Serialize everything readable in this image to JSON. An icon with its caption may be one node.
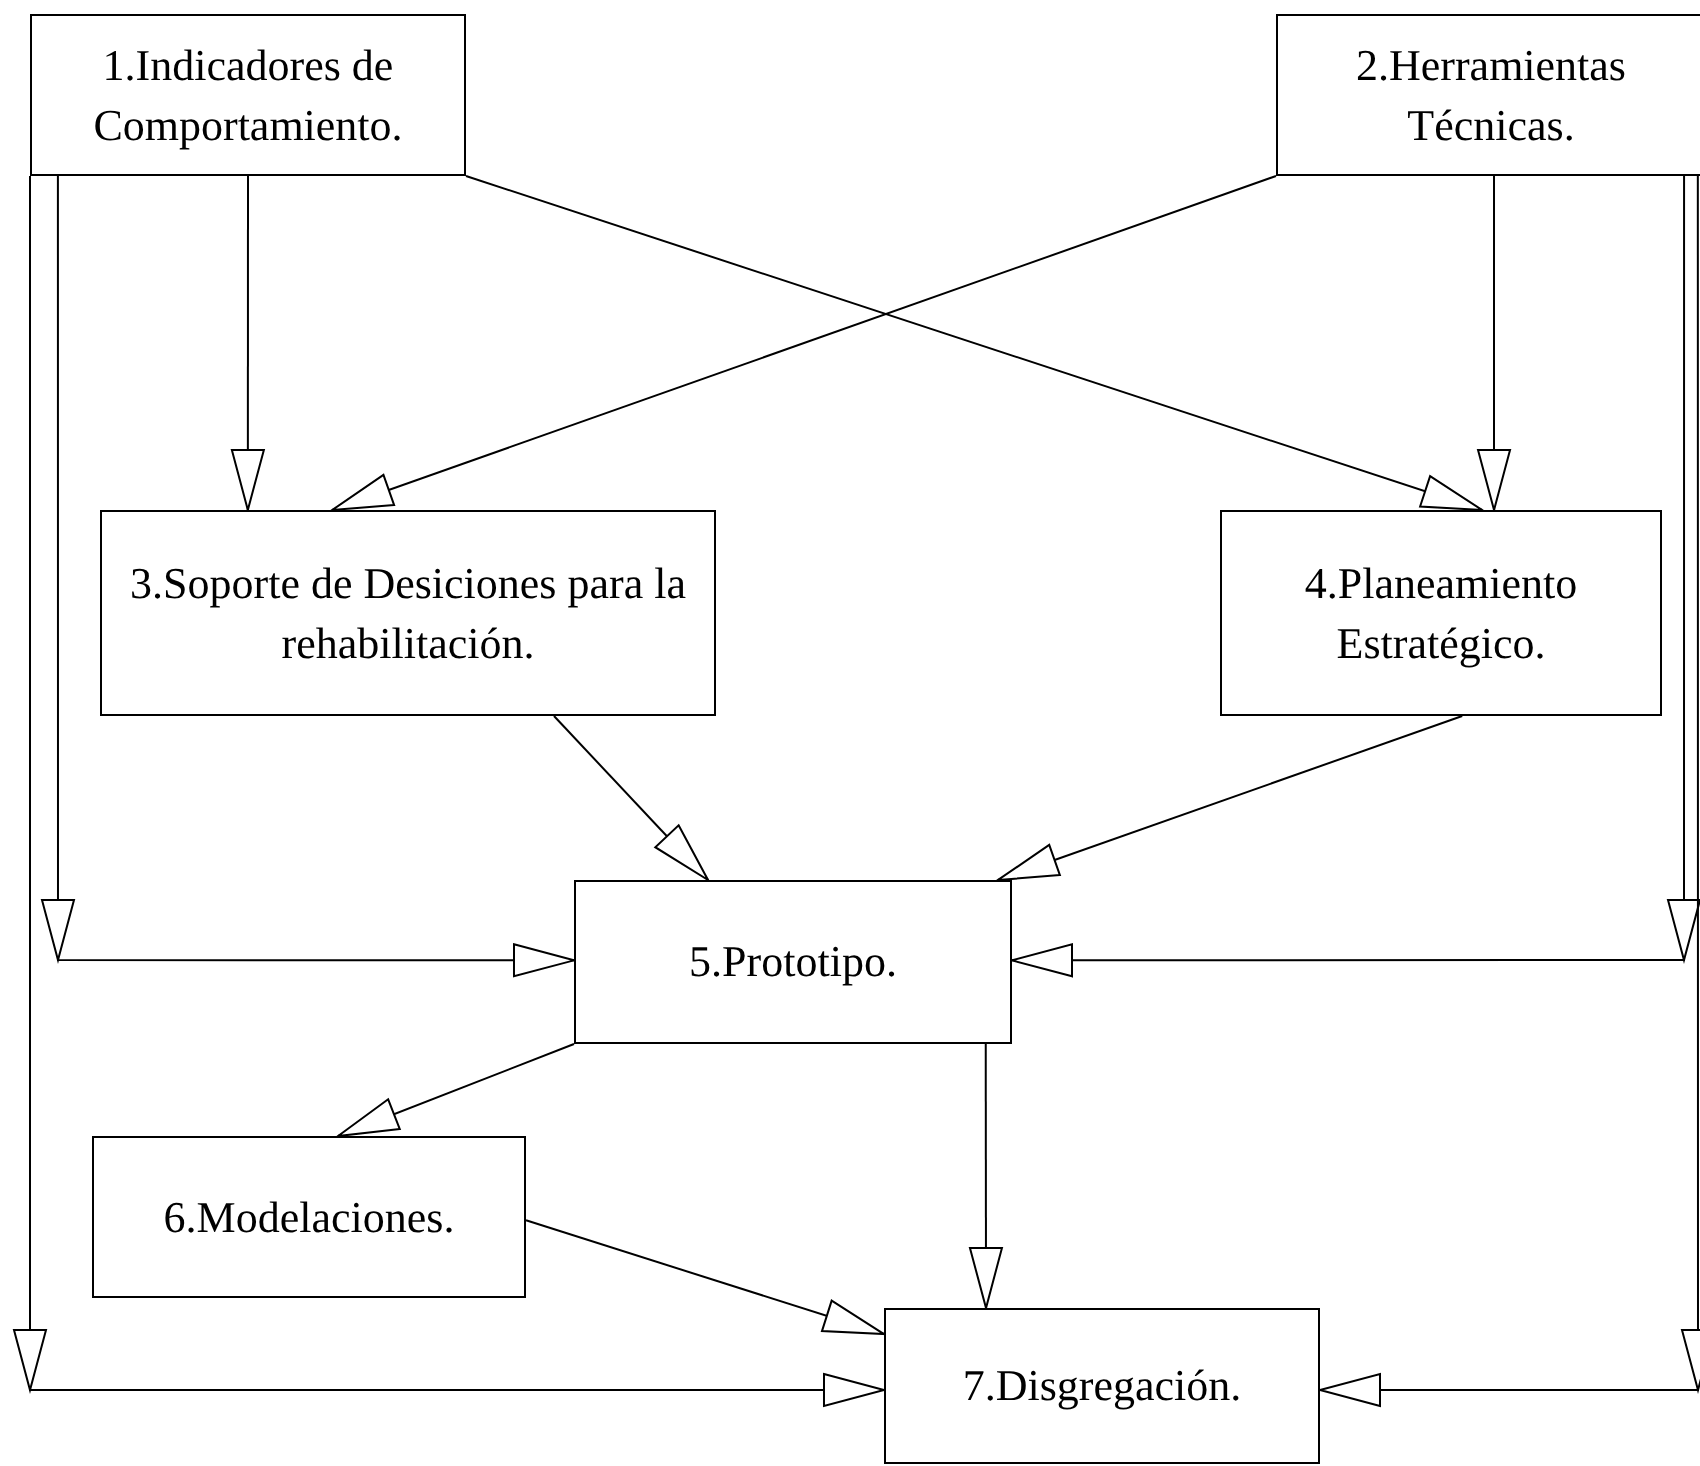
{
  "diagram": {
    "nodes": [
      {
        "text": [
          "1.Indicadores de Comportamiento."
        ]
      },
      {
        "text": [
          "2.Herramientas Técnicas."
        ]
      },
      {
        "text": [
          "3.Soporte de Desiciones para la rehabilitación."
        ]
      },
      {
        "text": [
          "4.Planeamiento Estratégico."
        ]
      },
      {
        "text": [
          "5.Prototipo."
        ]
      },
      {
        "text": [
          "6.Modelaciones."
        ]
      },
      {
        "text": [
          "7.Disgregación."
        ]
      }
    ],
    "edges": [
      {
        "from": 0,
        "to": 2,
        "arrow": "to"
      },
      {
        "from": 0,
        "to": 3,
        "arrow": "to"
      },
      {
        "from": 1,
        "to": 2,
        "arrow": "to"
      },
      {
        "from": 1,
        "to": 3,
        "arrow": "to"
      },
      {
        "from": 0,
        "to": 4,
        "arrow": "to"
      },
      {
        "from": 0,
        "to": 6,
        "arrow": "to"
      },
      {
        "from": 1,
        "to": 4,
        "arrow": "to"
      },
      {
        "from": 1,
        "to": 6,
        "arrow": "to"
      },
      {
        "from": 2,
        "to": 4,
        "arrow": "to"
      },
      {
        "from": 3,
        "to": 4,
        "arrow": "to"
      },
      {
        "from": 4,
        "to": 5,
        "arrow": "to"
      },
      {
        "from": 4,
        "to": 6,
        "arrow": "to"
      },
      {
        "from": 5,
        "to": 6,
        "arrow": "to"
      }
    ]
  }
}
